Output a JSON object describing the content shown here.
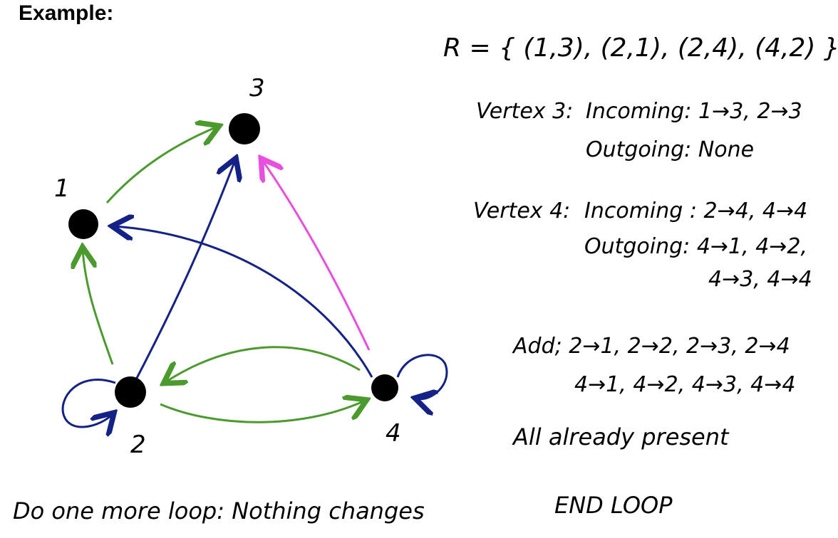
{
  "title": "Example:",
  "relation": "R = { (1,3), (2,1), (2,4), (4,2) }",
  "vertex3": {
    "label": "Vertex 3:",
    "incoming": "Incoming: 1→3, 2→3",
    "outgoing": "Outgoing: None"
  },
  "vertex4": {
    "label": "Vertex 4:",
    "incoming": "Incoming : 2→4, 4→4",
    "outgoing": "Outgoing: 4→1, 4→2,",
    "outgoing2": "4→3, 4→4"
  },
  "add": {
    "line1": "Add; 2→1, 2→2, 2→3, 2→4",
    "line2": "4→1, 4→2, 4→3, 4→4"
  },
  "already": "All already present",
  "end": "END LOOP",
  "footer": "Do one more loop: Nothing changes",
  "graph": {
    "vertices": [
      "1",
      "2",
      "3",
      "4"
    ],
    "colors": {
      "green": "#4a9a2e",
      "blue": "#142287",
      "magenta": "#e84fe0",
      "node": "#000000"
    }
  }
}
